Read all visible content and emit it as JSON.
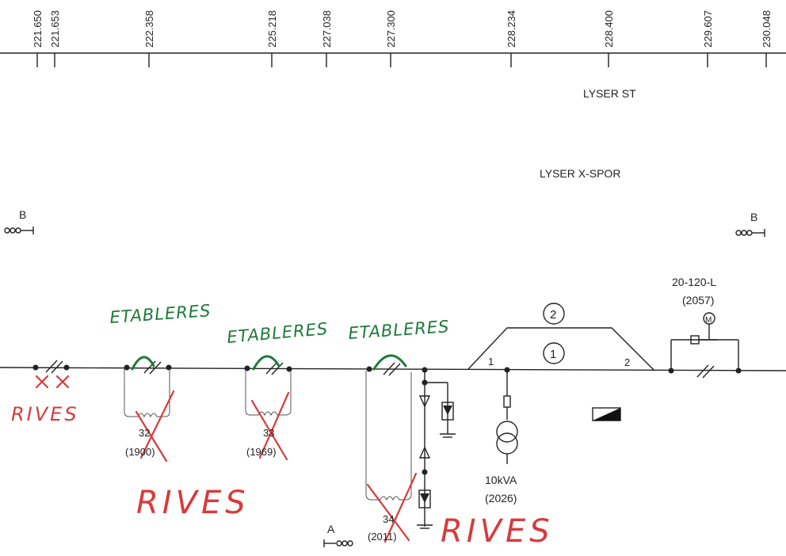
{
  "chainages": [
    "221.650",
    "221.653",
    "222.358",
    "225.218",
    "227.038",
    "227.300",
    "228.234",
    "228.400",
    "229.607",
    "230.048"
  ],
  "track_labels": {
    "main": "LYSER ST",
    "cross": "LYSER X-SPOR"
  },
  "signals": {
    "b_left": "B",
    "b_right": "B",
    "a_bottom": "A"
  },
  "switches": [
    {
      "number": "32",
      "year": "(1900)"
    },
    {
      "number": "33",
      "year": "(1969)"
    },
    {
      "number": "34",
      "year": "(2011)"
    }
  ],
  "track_circles": [
    "1",
    "2"
  ],
  "track_ends": [
    "1",
    "2"
  ],
  "transformer": {
    "rating": "10kVA",
    "year": "(2026)"
  },
  "switch_right": {
    "code": "20-120-L",
    "year": "(2057)",
    "motor": "M"
  },
  "annotations": {
    "etableres_1": "ETABLERES",
    "etableres_2": "ETABLERES",
    "etableres_3": "ETABLERES",
    "rives_left": "RIVES",
    "rives_center": "RIVES",
    "rives_right": "RIVES"
  },
  "colors": {
    "green_ink": "#1f7a3a",
    "red_ink": "#d93a3a",
    "line": "#222222"
  }
}
